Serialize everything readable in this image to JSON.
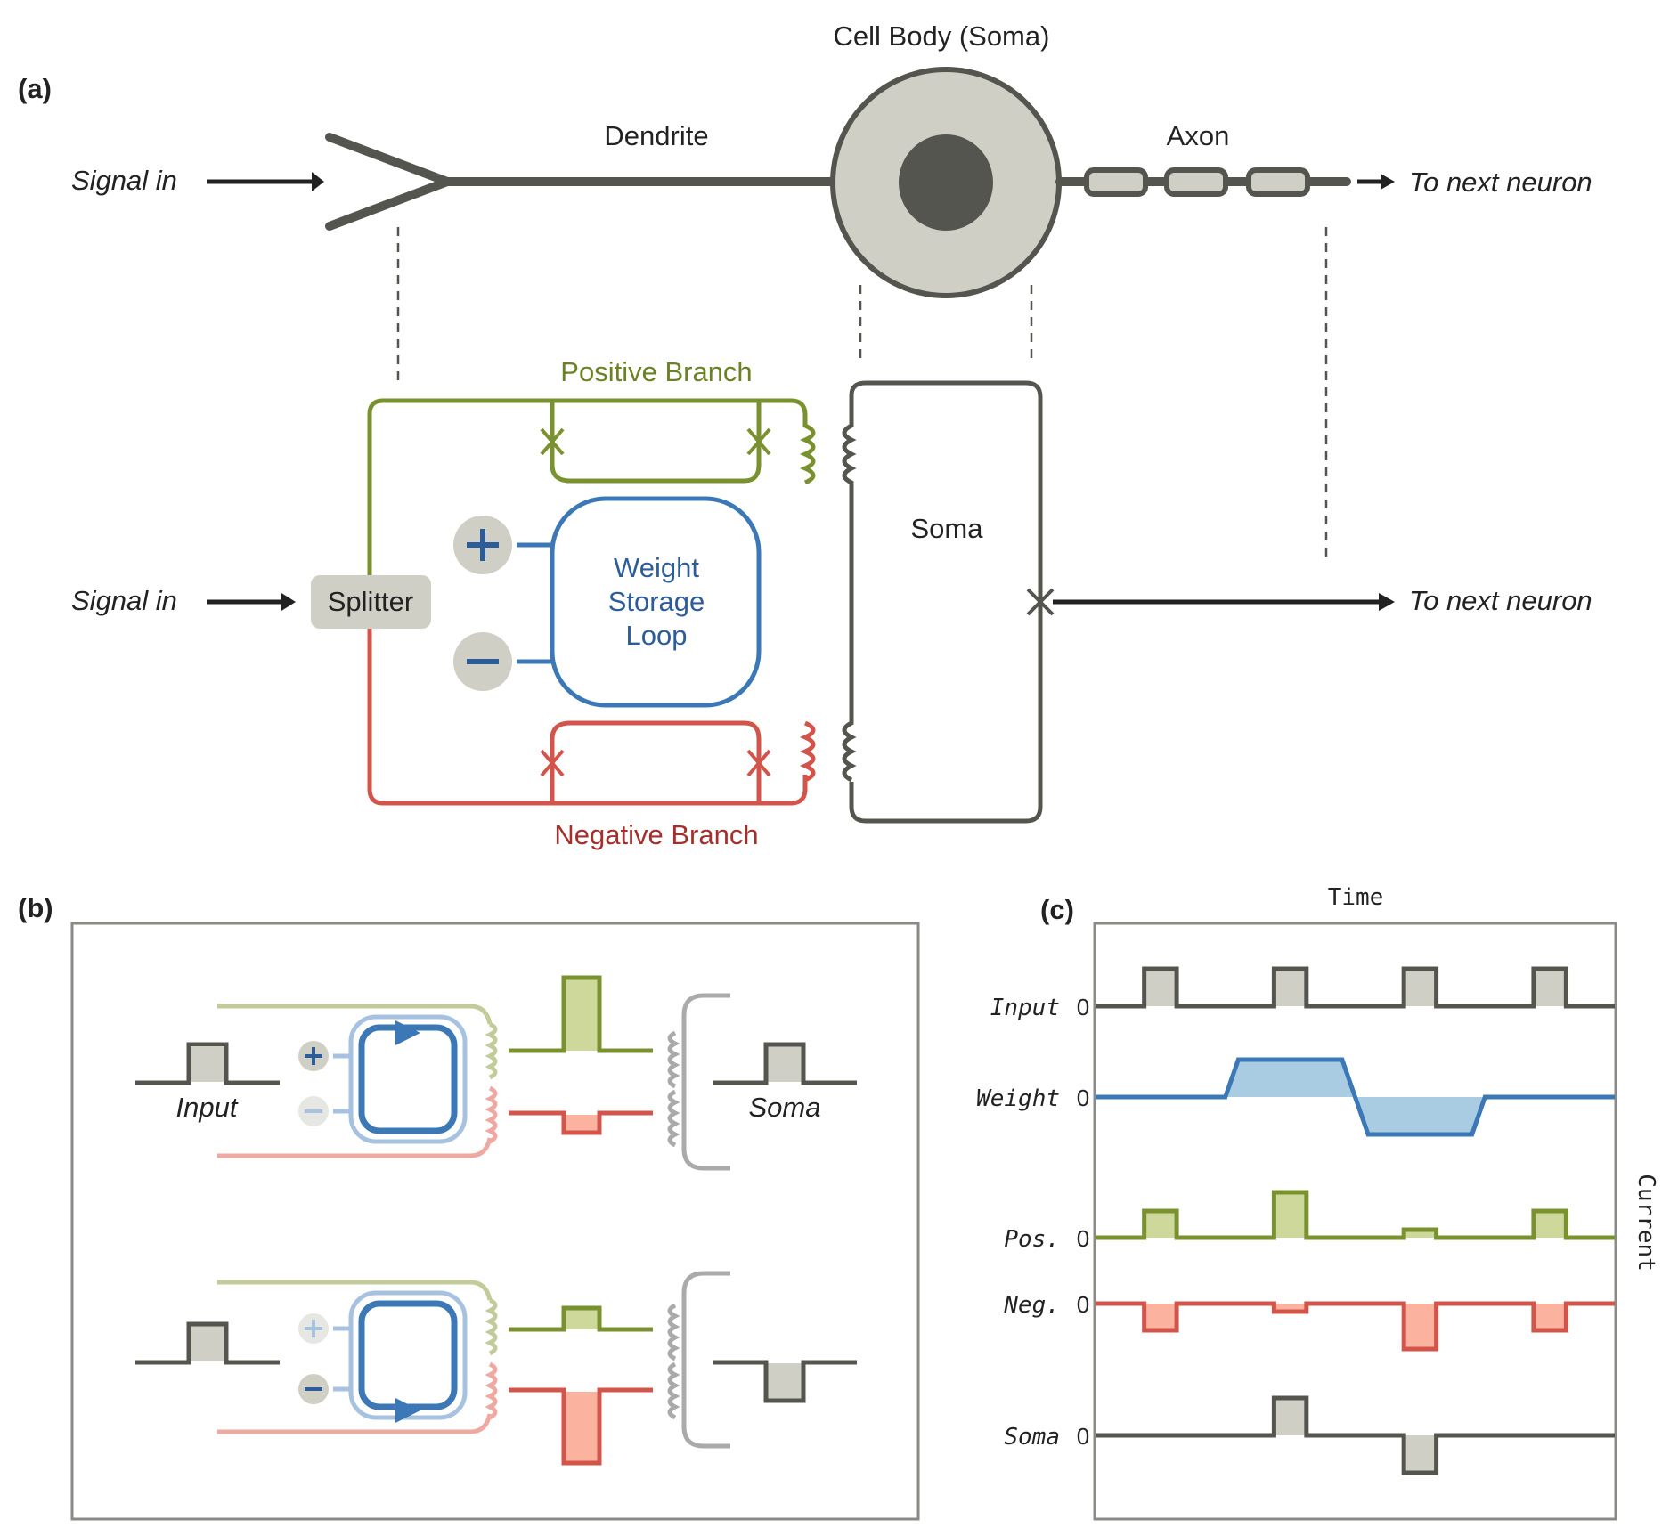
{
  "colors": {
    "dark": "#55554f",
    "black": "#222222",
    "gray_fill": "#cfcfc6",
    "positive": "#7a9130",
    "positive_fill": "#cfd89b",
    "positive_light": "#c2cc9a",
    "negative": "#d2544a",
    "negative_dark": "#a3302c",
    "negative_fill": "#fbb3a0",
    "negative_light": "#eeaaa2",
    "blue": "#3b78b5",
    "blue_text": "#2d5d98",
    "blue_fill": "#a9cce3",
    "blue_light": "#a7c2e0",
    "panel_border": "#8a8a87",
    "brace": "#aaaaaa"
  },
  "panel_a": {
    "label": "(a)",
    "biological": {
      "signal_in": "Signal in",
      "dendrite": "Dendrite",
      "cell_body": "Cell Body (Soma)",
      "axon": "Axon",
      "to_next": "To next neuron"
    },
    "circuit": {
      "signal_in": "Signal in",
      "splitter": "Splitter",
      "positive_branch": "Positive Branch",
      "negative_branch": "Negative Branch",
      "weight_storage_lines": [
        "Weight",
        "Storage",
        "Loop"
      ],
      "soma": "Soma",
      "to_next": "To next neuron",
      "plus": "+",
      "minus": "−"
    }
  },
  "panel_b": {
    "label": "(b)",
    "input_label": "Input",
    "soma_label": "Soma",
    "scenarios": [
      {
        "name": "positive-weight",
        "active_port": "+",
        "loop_direction": "clockwise",
        "pos_pulse": 1.0,
        "neg_pulse": -0.3,
        "soma": 1.0,
        "input": 1.0
      },
      {
        "name": "negative-weight",
        "active_port": "−",
        "loop_direction": "counterclockwise",
        "pos_pulse": 0.3,
        "neg_pulse": -1.0,
        "soma": -1.0,
        "input": 1.0
      }
    ]
  },
  "chart_data": {
    "type": "line",
    "title": "",
    "xlabel": "Time",
    "ylabel": "Current",
    "x": [
      0,
      1,
      2,
      3,
      4
    ],
    "pulse_windows": [
      [
        0.375,
        0.625
      ],
      [
        1.375,
        1.625
      ],
      [
        2.375,
        2.625
      ],
      [
        3.375,
        3.625
      ]
    ],
    "series": [
      {
        "name": "Input",
        "label": "Input 0",
        "kind": "pulses",
        "values": [
          1,
          1,
          1,
          1
        ]
      },
      {
        "name": "Weight",
        "label": "Weight 0",
        "kind": "trapezoid",
        "points": [
          [
            0,
            0
          ],
          [
            1,
            0
          ],
          [
            1.1,
            1
          ],
          [
            1.9,
            1
          ],
          [
            2.1,
            -1
          ],
          [
            2.9,
            -1
          ],
          [
            3,
            0
          ],
          [
            4,
            0
          ]
        ]
      },
      {
        "name": "Pos.",
        "label": "Pos. 0",
        "kind": "pulses",
        "values": [
          1,
          1.7,
          0.3,
          1
        ]
      },
      {
        "name": "Neg.",
        "label": "Neg. 0",
        "kind": "pulses",
        "values": [
          -1,
          -0.3,
          -1.7,
          -1
        ]
      },
      {
        "name": "Soma",
        "label": "Soma 0",
        "kind": "pulses",
        "values": [
          0,
          1,
          -1,
          0
        ]
      }
    ],
    "zero_tick": "0",
    "grid": false
  },
  "panel_c": {
    "label": "(c)"
  }
}
